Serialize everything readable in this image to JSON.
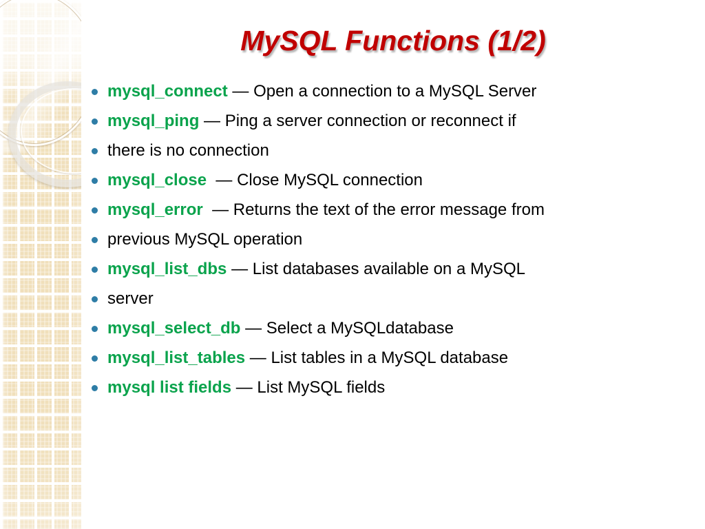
{
  "slide": {
    "title": "MySQL Functions (1/2)",
    "title_color": "#C00000",
    "function_color": "#0AA34C",
    "bullet_color": "#2E7DA6",
    "background_color": "#FFFFFF",
    "border_color": "#F0DFBB"
  },
  "bullets": [
    {
      "fn": "mysql_connect",
      "desc": " — Open a connection to a MySQL Server"
    },
    {
      "fn": "mysql_ping",
      "desc": " — Ping a server connection or reconnect if"
    },
    {
      "fn": "",
      "desc": "there is no connection"
    },
    {
      "fn": "mysql_close",
      "desc": "  — Close MySQL connection"
    },
    {
      "fn": "mysql_error",
      "desc": "  — Returns the text of the error message from"
    },
    {
      "fn": "",
      "desc": "previous MySQL operation"
    },
    {
      "fn": "mysql_list_dbs",
      "desc": " — List databases available on a MySQL"
    },
    {
      "fn": "",
      "desc": "server"
    },
    {
      "fn": "mysql_select_db",
      "desc": " — Select a MySQLdatabase"
    },
    {
      "fn": "mysql_list_tables",
      "desc": " — List tables in a MySQL database"
    },
    {
      "fn": "mysql list fields",
      "desc": " — List MySQL fields"
    }
  ]
}
